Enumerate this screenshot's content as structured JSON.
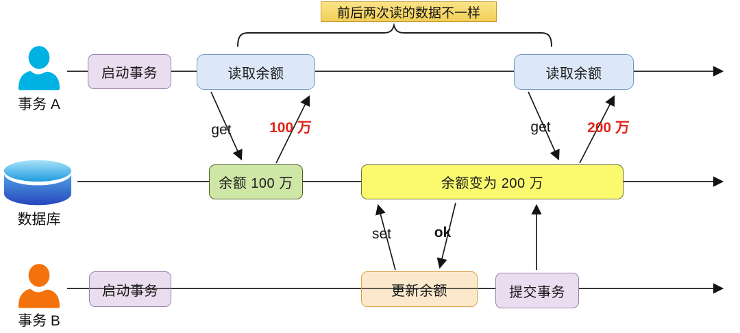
{
  "banner": {
    "text": "前后两次读的数据不一样"
  },
  "lanes": {
    "a": {
      "actor": "事务 A"
    },
    "db": {
      "actor": "数据库"
    },
    "b": {
      "actor": "事务 B"
    }
  },
  "boxes": {
    "a_start": "启动事务",
    "a_read1": "读取余额",
    "a_read2": "读取余额",
    "db_balance1": "余额 100 万",
    "db_balance2": "余额变为 200 万",
    "b_start": "启动事务",
    "b_update": "更新余额",
    "b_commit": "提交事务"
  },
  "arrow_labels": {
    "get1": "get",
    "result1": "100 万",
    "get2": "get",
    "result2": "200 万",
    "set": "set",
    "ok": "ok"
  },
  "icons": {
    "actor_a": "user-icon",
    "actor_b": "user-icon",
    "db": "database-icon"
  },
  "colors": {
    "red": "#E1251B",
    "actor-a": "#00B2E3",
    "actor-b": "#F4720B",
    "line": "#1B1B1B",
    "banner-bg-top": "#FAE387",
    "banner-bg-bottom": "#F2CF58",
    "banner-border": "#C79B2F",
    "purple-bg": "#E9DDEF",
    "purple-border": "#9A80AB",
    "blue-bg": "#DCE8F8",
    "blue-border": "#7495C5",
    "green-bg": "#CFE7A6",
    "green-border": "#4F5D26",
    "yellow-bg": "#FBFA6F",
    "yellow-border": "#6F7030",
    "peach-bg": "#FCE9CB",
    "peach-border": "#DCA24C"
  }
}
